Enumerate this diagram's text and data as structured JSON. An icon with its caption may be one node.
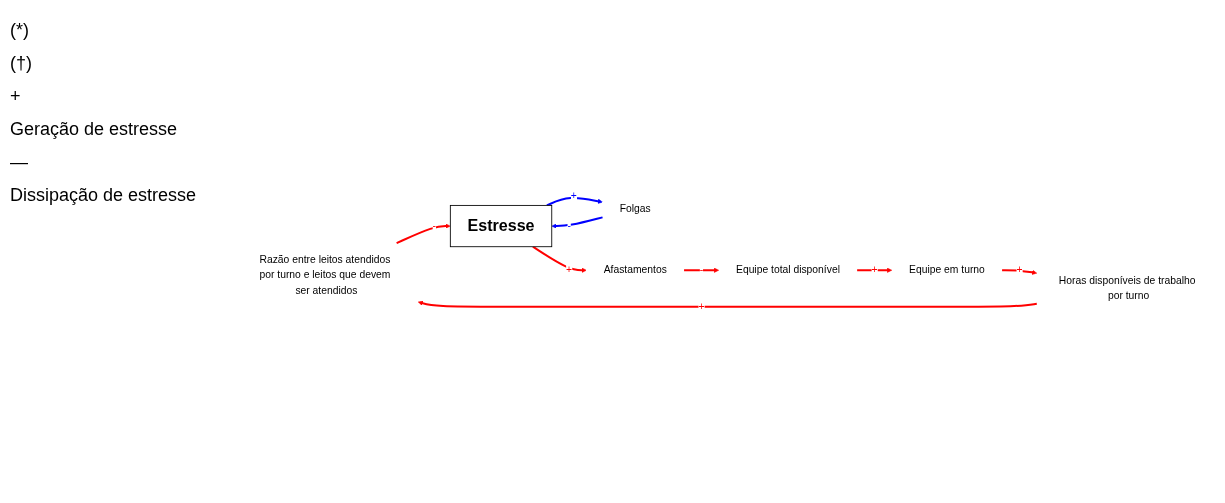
{
  "diagram": {
    "nodes": [
      {
        "text": [
          "Razão entre leitos atendidos por turno e leitos que devem ser atendidos"
        ]
      },
      {
        "text": [
          "Estresse"
        ]
      },
      {
        "text": [
          "Folgas"
        ]
      },
      {
        "text": [
          "Horas disponíveis de trabalho por turno"
        ]
      },
      {
        "text": [
          "Equipe em turno"
        ]
      },
      {
        "text": [
          "Afastamentos"
        ]
      },
      {
        "text": [
          "Equipe total disponível"
        ]
      }
    ],
    "edges": [
      {
        "from": 3,
        "to": 0,
        "arrow": "to",
        "label": "+"
      },
      {
        "from": 0,
        "to": 1,
        "arrow": "to",
        "label": "-"
      },
      {
        "from": 2,
        "to": 1,
        "arrow": "to",
        "label": "-",
        "color": "#0000ff"
      },
      {
        "from": 1,
        "to": 2,
        "arrow": "to",
        "label": "+",
        "color": "#0000ff"
      },
      {
        "from": 1,
        "to": 5,
        "arrow": "to",
        "label": "+"
      },
      {
        "from": 5,
        "to": 6,
        "arrow": "to",
        "label": "-"
      },
      {
        "from": 6,
        "to": 4,
        "arrow": "to",
        "label": "+"
      },
      {
        "from": 4,
        "to": 3,
        "arrow": "to",
        "label": "+"
      }
    ],
    "labels": [
      "(*)",
      "(†)",
      "+",
      "Geração de estresse",
      "—",
      "Dissipação de estresse"
    ]
  }
}
